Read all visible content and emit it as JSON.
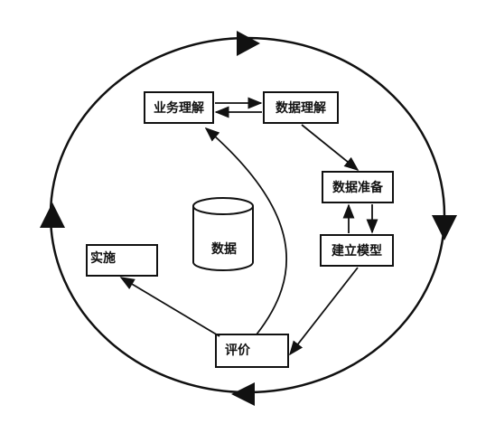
{
  "nodes": {
    "business_understanding": "业务理解",
    "data_understanding": "数据理解",
    "data_preparation": "数据准备",
    "modeling": "建立模型",
    "evaluation": "评价",
    "deployment": "实施",
    "data_store": "数据"
  }
}
